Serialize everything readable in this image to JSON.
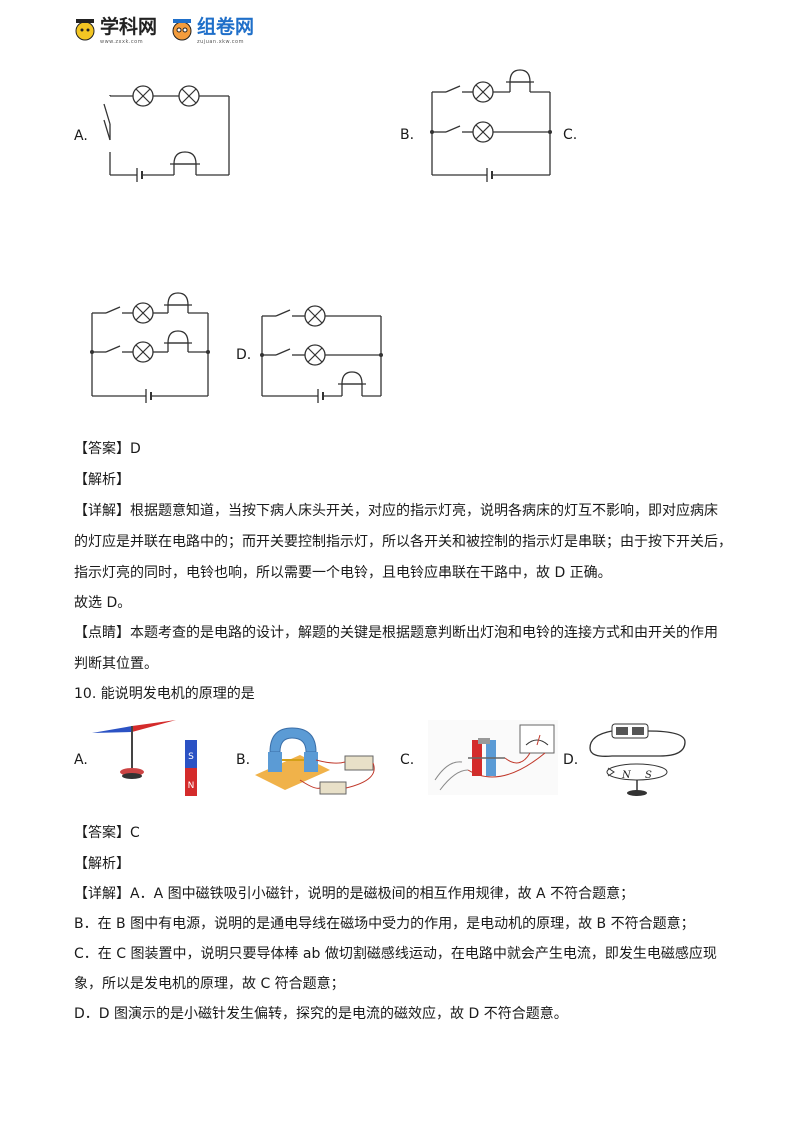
{
  "header": {
    "logo1_text": "学科网",
    "logo1_sub": "www.zxxk.com",
    "logo2_text": "组卷网",
    "logo2_sub": "zujuan.xkw.com"
  },
  "q9": {
    "option_a": "A.",
    "option_b": "B.",
    "option_c": "C.",
    "option_d": "D.",
    "answer": "【答案】D",
    "analysis": "【解析】",
    "detail_1": "【详解】根据题意知道，当按下病人床头开关，对应的指示灯亮，说明各病床的灯互不影响，即对应病床",
    "detail_2": "的灯应是并联在电路中的；而开关要控制指示灯，所以各开关和被控制的指示灯是串联；由于按下开关后，",
    "detail_3": "指示灯亮的同时，电铃也响，所以需要一个电铃，且电铃应串联在干路中，故 D 正确。",
    "choose": "故选 D。",
    "comment_1": "【点睛】本题考查的是电路的设计，解题的关键是根据题意判断出灯泡和电铃的连接方式和由开关的作用",
    "comment_2": "判断其位置。"
  },
  "q10": {
    "question": "10. 能说明发电机的原理的是",
    "option_a": "A.",
    "option_b": "B.",
    "option_c": "C.",
    "option_d": "D.",
    "magnet_s": "S",
    "magnet_n": "N",
    "compass_n": "N",
    "compass_s": "S",
    "answer": "【答案】C",
    "analysis": "【解析】",
    "detail_1": "【详解】A．A 图中磁铁吸引小磁针，说明的是磁极间的相互作用规律，故 A 不符合题意；",
    "detail_2": "B．在 B 图中有电源，说明的是通电导线在磁场中受力的作用，是电动机的原理，故 B 不符合题意；",
    "detail_3": "C．在 C 图装置中，说明只要导体棒 ab 做切割磁感线运动，在电路中就会产生电流，即发生电磁感应现",
    "detail_4": "象，所以是发电机的原理，故 C 符合题意；",
    "detail_5": "D．D 图演示的是小磁针发生偏转，探究的是电流的磁效应，故 D 不符合题意。"
  },
  "colors": {
    "text": "#1a1a1a",
    "line": "#333333",
    "logo_blue": "#1f6fc9",
    "magnet_red": "#d42b2b",
    "magnet_blue": "#2b52c4",
    "wire_red": "#c0392b"
  }
}
